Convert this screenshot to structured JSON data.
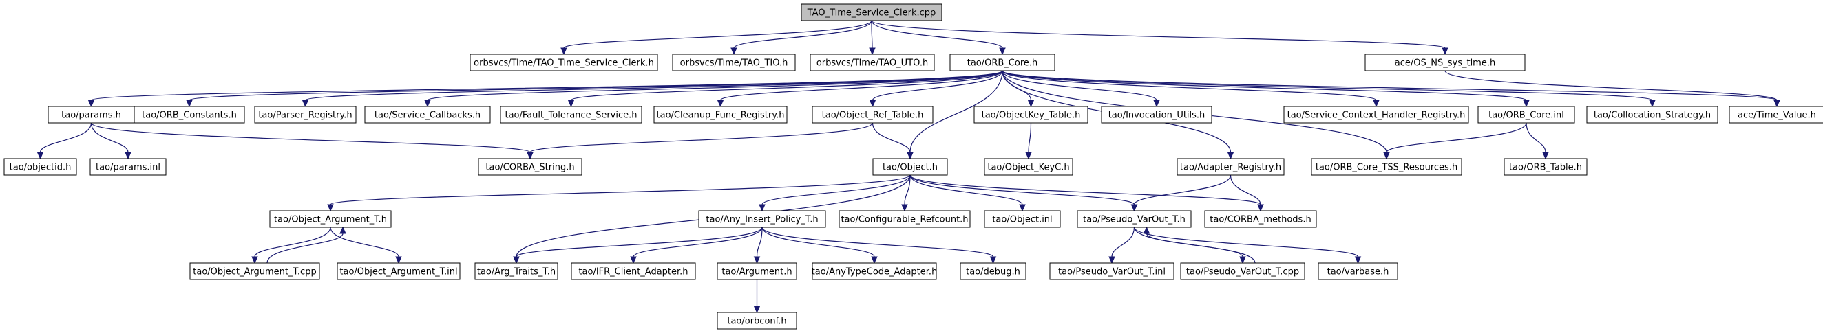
{
  "nodes": [
    {
      "id": "root",
      "label": "TAO_Time_Service_Clerk.cpp",
      "root": true
    },
    {
      "id": "clerk_h",
      "label": "orbsvcs/Time/TAO_Time_Service_Clerk.h"
    },
    {
      "id": "tio_h",
      "label": "orbsvcs/Time/TAO_TIO.h"
    },
    {
      "id": "uto_h",
      "label": "orbsvcs/Time/TAO_UTO.h"
    },
    {
      "id": "orb_core_h",
      "label": "tao/ORB_Core.h"
    },
    {
      "id": "os_ns_time",
      "label": "ace/OS_NS_sys_time.h"
    },
    {
      "id": "params_h",
      "label": "tao/params.h"
    },
    {
      "id": "orb_constants",
      "label": "tao/ORB_Constants.h"
    },
    {
      "id": "parser_registry",
      "label": "tao/Parser_Registry.h"
    },
    {
      "id": "service_callbacks",
      "label": "tao/Service_Callbacks.h"
    },
    {
      "id": "fault_tolerance",
      "label": "tao/Fault_Tolerance_Service.h"
    },
    {
      "id": "cleanup_func",
      "label": "tao/Cleanup_Func_Registry.h"
    },
    {
      "id": "object_ref_table",
      "label": "tao/Object_Ref_Table.h"
    },
    {
      "id": "objectkey_table",
      "label": "tao/ObjectKey_Table.h"
    },
    {
      "id": "invocation_utils",
      "label": "tao/Invocation_Utils.h"
    },
    {
      "id": "service_context",
      "label": "tao/Service_Context_Handler_Registry.h"
    },
    {
      "id": "orb_core_inl",
      "label": "tao/ORB_Core.inl"
    },
    {
      "id": "collocation",
      "label": "tao/Collocation_Strategy.h"
    },
    {
      "id": "time_value",
      "label": "ace/Time_Value.h"
    },
    {
      "id": "objectid_h",
      "label": "tao/objectid.h"
    },
    {
      "id": "params_inl",
      "label": "tao/params.inl"
    },
    {
      "id": "corba_string",
      "label": "tao/CORBA_String.h"
    },
    {
      "id": "object_h",
      "label": "tao/Object.h"
    },
    {
      "id": "object_keyc",
      "label": "tao/Object_KeyC.h"
    },
    {
      "id": "adapter_registry",
      "label": "tao/Adapter_Registry.h"
    },
    {
      "id": "tss_resources",
      "label": "tao/ORB_Core_TSS_Resources.h"
    },
    {
      "id": "orb_table",
      "label": "tao/ORB_Table.h"
    },
    {
      "id": "object_argument_h",
      "label": "tao/Object_Argument_T.h"
    },
    {
      "id": "any_insert",
      "label": "tao/Any_Insert_Policy_T.h"
    },
    {
      "id": "configurable_refcount",
      "label": "tao/Configurable_Refcount.h"
    },
    {
      "id": "object_inl",
      "label": "tao/Object.inl"
    },
    {
      "id": "pseudo_varout_h",
      "label": "tao/Pseudo_VarOut_T.h"
    },
    {
      "id": "corba_methods",
      "label": "tao/CORBA_methods.h"
    },
    {
      "id": "object_argument_cpp",
      "label": "tao/Object_Argument_T.cpp"
    },
    {
      "id": "object_argument_inl",
      "label": "tao/Object_Argument_T.inl"
    },
    {
      "id": "arg_traits",
      "label": "tao/Arg_Traits_T.h"
    },
    {
      "id": "ifr_client",
      "label": "tao/IFR_Client_Adapter.h"
    },
    {
      "id": "argument_h",
      "label": "tao/Argument.h"
    },
    {
      "id": "anytypecode",
      "label": "tao/AnyTypeCode_Adapter.h"
    },
    {
      "id": "debug_h",
      "label": "tao/debug.h"
    },
    {
      "id": "pseudo_varout_inl",
      "label": "tao/Pseudo_VarOut_T.inl"
    },
    {
      "id": "pseudo_varout_cpp",
      "label": "tao/Pseudo_VarOut_T.cpp"
    },
    {
      "id": "varbase",
      "label": "tao/varbase.h"
    },
    {
      "id": "orbconf",
      "label": "tao/orbconf.h"
    }
  ],
  "edges": [
    [
      "root",
      "clerk_h"
    ],
    [
      "root",
      "tio_h"
    ],
    [
      "root",
      "uto_h"
    ],
    [
      "root",
      "orb_core_h"
    ],
    [
      "root",
      "os_ns_time"
    ],
    [
      "os_ns_time",
      "time_value"
    ],
    [
      "orb_core_h",
      "params_h"
    ],
    [
      "orb_core_h",
      "orb_constants"
    ],
    [
      "orb_core_h",
      "parser_registry"
    ],
    [
      "orb_core_h",
      "service_callbacks"
    ],
    [
      "orb_core_h",
      "fault_tolerance"
    ],
    [
      "orb_core_h",
      "cleanup_func"
    ],
    [
      "orb_core_h",
      "object_ref_table"
    ],
    [
      "orb_core_h",
      "objectkey_table"
    ],
    [
      "orb_core_h",
      "invocation_utils"
    ],
    [
      "orb_core_h",
      "service_context"
    ],
    [
      "orb_core_h",
      "orb_core_inl"
    ],
    [
      "orb_core_h",
      "collocation"
    ],
    [
      "orb_core_h",
      "time_value"
    ],
    [
      "orb_core_h",
      "object_h"
    ],
    [
      "orb_core_h",
      "adapter_registry"
    ],
    [
      "orb_core_h",
      "tss_resources"
    ],
    [
      "params_h",
      "objectid_h"
    ],
    [
      "params_h",
      "params_inl"
    ],
    [
      "params_h",
      "corba_string"
    ],
    [
      "object_ref_table",
      "corba_string"
    ],
    [
      "object_ref_table",
      "object_h"
    ],
    [
      "objectkey_table",
      "object_keyc"
    ],
    [
      "orb_core_inl",
      "tss_resources"
    ],
    [
      "orb_core_inl",
      "orb_table"
    ],
    [
      "adapter_registry",
      "pseudo_varout_h"
    ],
    [
      "adapter_registry",
      "corba_methods"
    ],
    [
      "object_h",
      "object_argument_h"
    ],
    [
      "object_h",
      "any_insert"
    ],
    [
      "object_h",
      "configurable_refcount"
    ],
    [
      "object_h",
      "object_inl"
    ],
    [
      "object_h",
      "pseudo_varout_h"
    ],
    [
      "object_h",
      "corba_methods"
    ],
    [
      "object_h",
      "arg_traits"
    ],
    [
      "object_argument_h",
      "object_argument_cpp"
    ],
    [
      "object_argument_h",
      "object_argument_inl"
    ],
    [
      "object_argument_cpp",
      "object_argument_h"
    ],
    [
      "any_insert",
      "arg_traits"
    ],
    [
      "any_insert",
      "ifr_client"
    ],
    [
      "any_insert",
      "argument_h"
    ],
    [
      "any_insert",
      "anytypecode"
    ],
    [
      "any_insert",
      "debug_h"
    ],
    [
      "argument_h",
      "orbconf"
    ],
    [
      "pseudo_varout_h",
      "pseudo_varout_inl"
    ],
    [
      "pseudo_varout_h",
      "pseudo_varout_cpp"
    ],
    [
      "pseudo_varout_h",
      "varbase"
    ],
    [
      "pseudo_varout_cpp",
      "pseudo_varout_h"
    ]
  ]
}
